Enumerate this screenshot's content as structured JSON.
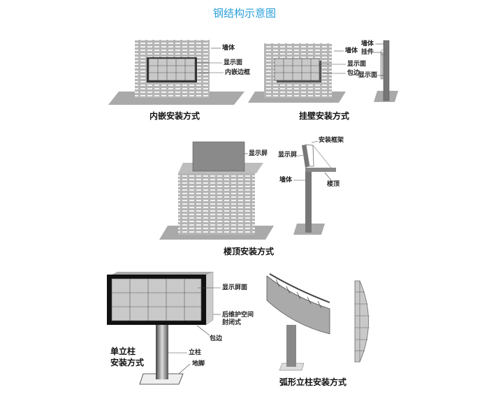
{
  "title": "钢结构示意图",
  "colors": {
    "title": "#2aa0db",
    "wall": "#b8b8b8",
    "ground": "#a9a9a9",
    "screen": "#c9c9c9",
    "pillar": "#7a7a7a"
  },
  "embedded": {
    "caption": "内嵌安装方式",
    "labels": {
      "wall": "墙体",
      "display": "显示面",
      "frame": "内嵌边框"
    }
  },
  "wall_mount": {
    "caption": "挂壁安装方式",
    "labels": {
      "wall": "墙体",
      "display": "显示面",
      "edge": "包边",
      "side_wall": "墙体",
      "hanger": "挂件",
      "side_display": "显示面"
    }
  },
  "rooftop": {
    "caption": "楼顶安装方式",
    "labels": {
      "screen": "显示屏",
      "frame": "安装框架",
      "side_screen": "显示屏",
      "wall": "墙体",
      "roof": "楼顶"
    }
  },
  "single_pillar": {
    "caption_line1": "单立柱",
    "caption_line2": "安装方式",
    "labels": {
      "screen_face": "显示屏面",
      "rear_line1": "后维护空间",
      "rear_line2": "封闭式",
      "edge": "包边",
      "pillar": "立柱",
      "foot": "地脚"
    }
  },
  "arc_pillar": {
    "caption": "弧形立柱安装方式"
  }
}
